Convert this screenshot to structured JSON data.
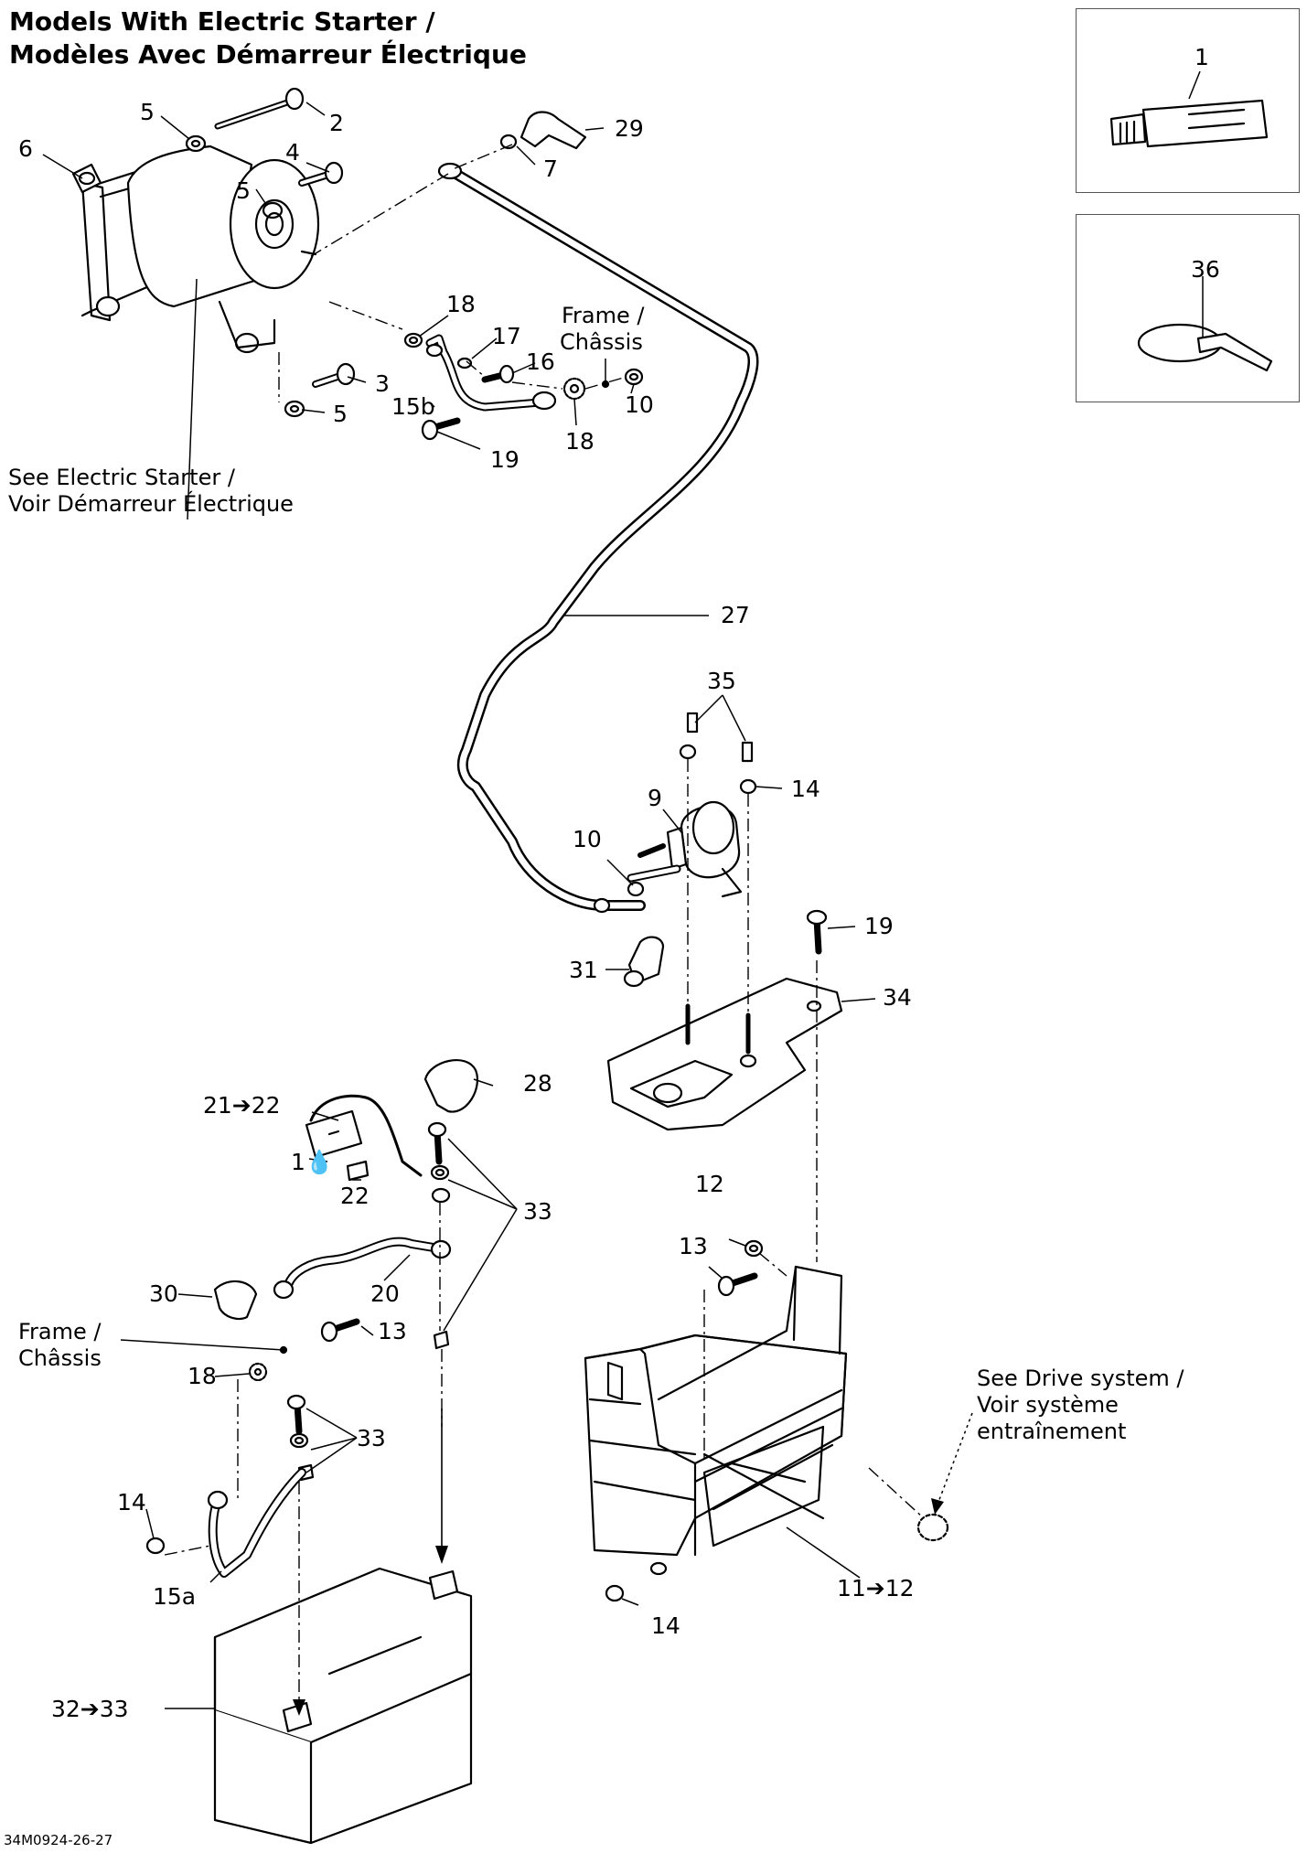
{
  "title": {
    "line1": "Models With Electric Starter /",
    "line2": "Modèles Avec Démarreur Électrique"
  },
  "notes": {
    "see_starter_1": "See Electric Starter /",
    "see_starter_2": "Voir Démarreur Électrique",
    "frame_top_1": "Frame /",
    "frame_top_2": "Châssis",
    "frame_left_1": "Frame /",
    "frame_left_2": "Châssis",
    "drive_1": "See Drive system /",
    "drive_2": "Voir système",
    "drive_3": "entraînement"
  },
  "callouts": {
    "c1": "1",
    "c2": "2",
    "c3": "3",
    "c4": "4",
    "c5a": "5",
    "c5b": "5",
    "c5c": "5",
    "c6": "6",
    "c7": "7",
    "c9": "9",
    "c10a": "10",
    "c10b": "10",
    "c11": "11➔12",
    "c12": "12",
    "c13a": "13",
    "c13b": "13",
    "c14a": "14",
    "c14b": "14",
    "c14c": "14",
    "c15a": "15a",
    "c15b": "15b",
    "c16": "16",
    "c17": "17",
    "c18a": "18",
    "c18b": "18",
    "c18c": "18",
    "c19a": "19",
    "c19b": "19",
    "c20": "20",
    "c21": "21➔22",
    "c22": "22",
    "c1drop": "1",
    "c27": "27",
    "c28": "28",
    "c29": "29",
    "c30": "30",
    "c31": "31",
    "c32": "32➔33",
    "c33a": "33",
    "c33b": "33",
    "c34": "34",
    "c35": "35",
    "c36": "36"
  },
  "drawing_code": "34M0924-26-27"
}
